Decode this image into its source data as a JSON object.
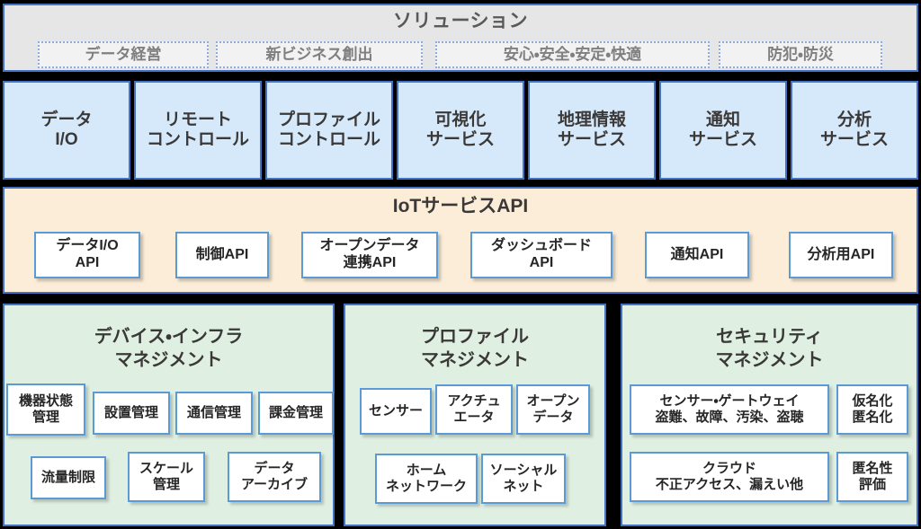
{
  "colors": {
    "solution_bg": "#E6E6E6",
    "solution_box_bg": "#F2F2F2",
    "service_bg": "#D6E9FA",
    "api_bg": "#FBEDD8",
    "management_bg": "#DFF0E2",
    "border_blue": "#4472C4",
    "box_border_blue": "#5B9BD5",
    "canvas": "#000000"
  },
  "solution": {
    "title": "ソリューション",
    "items": [
      {
        "label": "データ経営"
      },
      {
        "label": "新ビジネス創出"
      },
      {
        "label": "安心・安全・安定・快適"
      },
      {
        "label": "防犯・防災"
      }
    ]
  },
  "services": {
    "items": [
      {
        "line1": "データ",
        "line2": "I/O"
      },
      {
        "line1": "リモート",
        "line2": "コントロール"
      },
      {
        "line1": "プロファイル",
        "line2": "コントロール"
      },
      {
        "line1": "可視化",
        "line2": "サービス"
      },
      {
        "line1": "地理情報",
        "line2": "サービス"
      },
      {
        "line1": "通知",
        "line2": "サービス"
      },
      {
        "line1": "分析",
        "line2": "サービス"
      }
    ]
  },
  "api_layer": {
    "title": "IoTサービスAPI",
    "items": [
      {
        "line1": "データI/O",
        "line2": "API"
      },
      {
        "line1": "制御API",
        "line2": ""
      },
      {
        "line1": "オープンデータ",
        "line2": "連携API"
      },
      {
        "line1": "ダッシュボード",
        "line2": "API"
      },
      {
        "line1": "通知API",
        "line2": ""
      },
      {
        "line1": "分析用API",
        "line2": ""
      }
    ]
  },
  "management": {
    "panels": [
      {
        "title_line1": "デバイス・インフラ",
        "title_line2": "マネジメント",
        "items": [
          {
            "line1": "機器状態",
            "line2": "管理"
          },
          {
            "line1": "設置管理",
            "line2": ""
          },
          {
            "line1": "通信管理",
            "line2": ""
          },
          {
            "line1": "課金管理",
            "line2": ""
          },
          {
            "line1": "流量制限",
            "line2": ""
          },
          {
            "line1": "スケール",
            "line2": "管理"
          },
          {
            "line1": "データ",
            "line2": "アーカイブ"
          }
        ]
      },
      {
        "title_line1": "プロファイル",
        "title_line2": "マネジメント",
        "items": [
          {
            "line1": "センサー",
            "line2": ""
          },
          {
            "line1": "アクチュ",
            "line2": "エータ"
          },
          {
            "line1": "オープン",
            "line2": "データ"
          },
          {
            "line1": "ホーム",
            "line2": "ネットワーク"
          },
          {
            "line1": "ソーシャル",
            "line2": "ネット"
          }
        ]
      },
      {
        "title_line1": "セキュリティ",
        "title_line2": "マネジメント",
        "items": [
          {
            "line1": "センサー・ゲートウェイ",
            "line2": "盗難、故障、汚染、盗聴"
          },
          {
            "line1": "仮名化",
            "line2": "匿名化"
          },
          {
            "line1": "クラウド",
            "line2": "不正アクセス、漏えい他"
          },
          {
            "line1": "匿名性",
            "line2": "評価"
          }
        ]
      }
    ]
  }
}
